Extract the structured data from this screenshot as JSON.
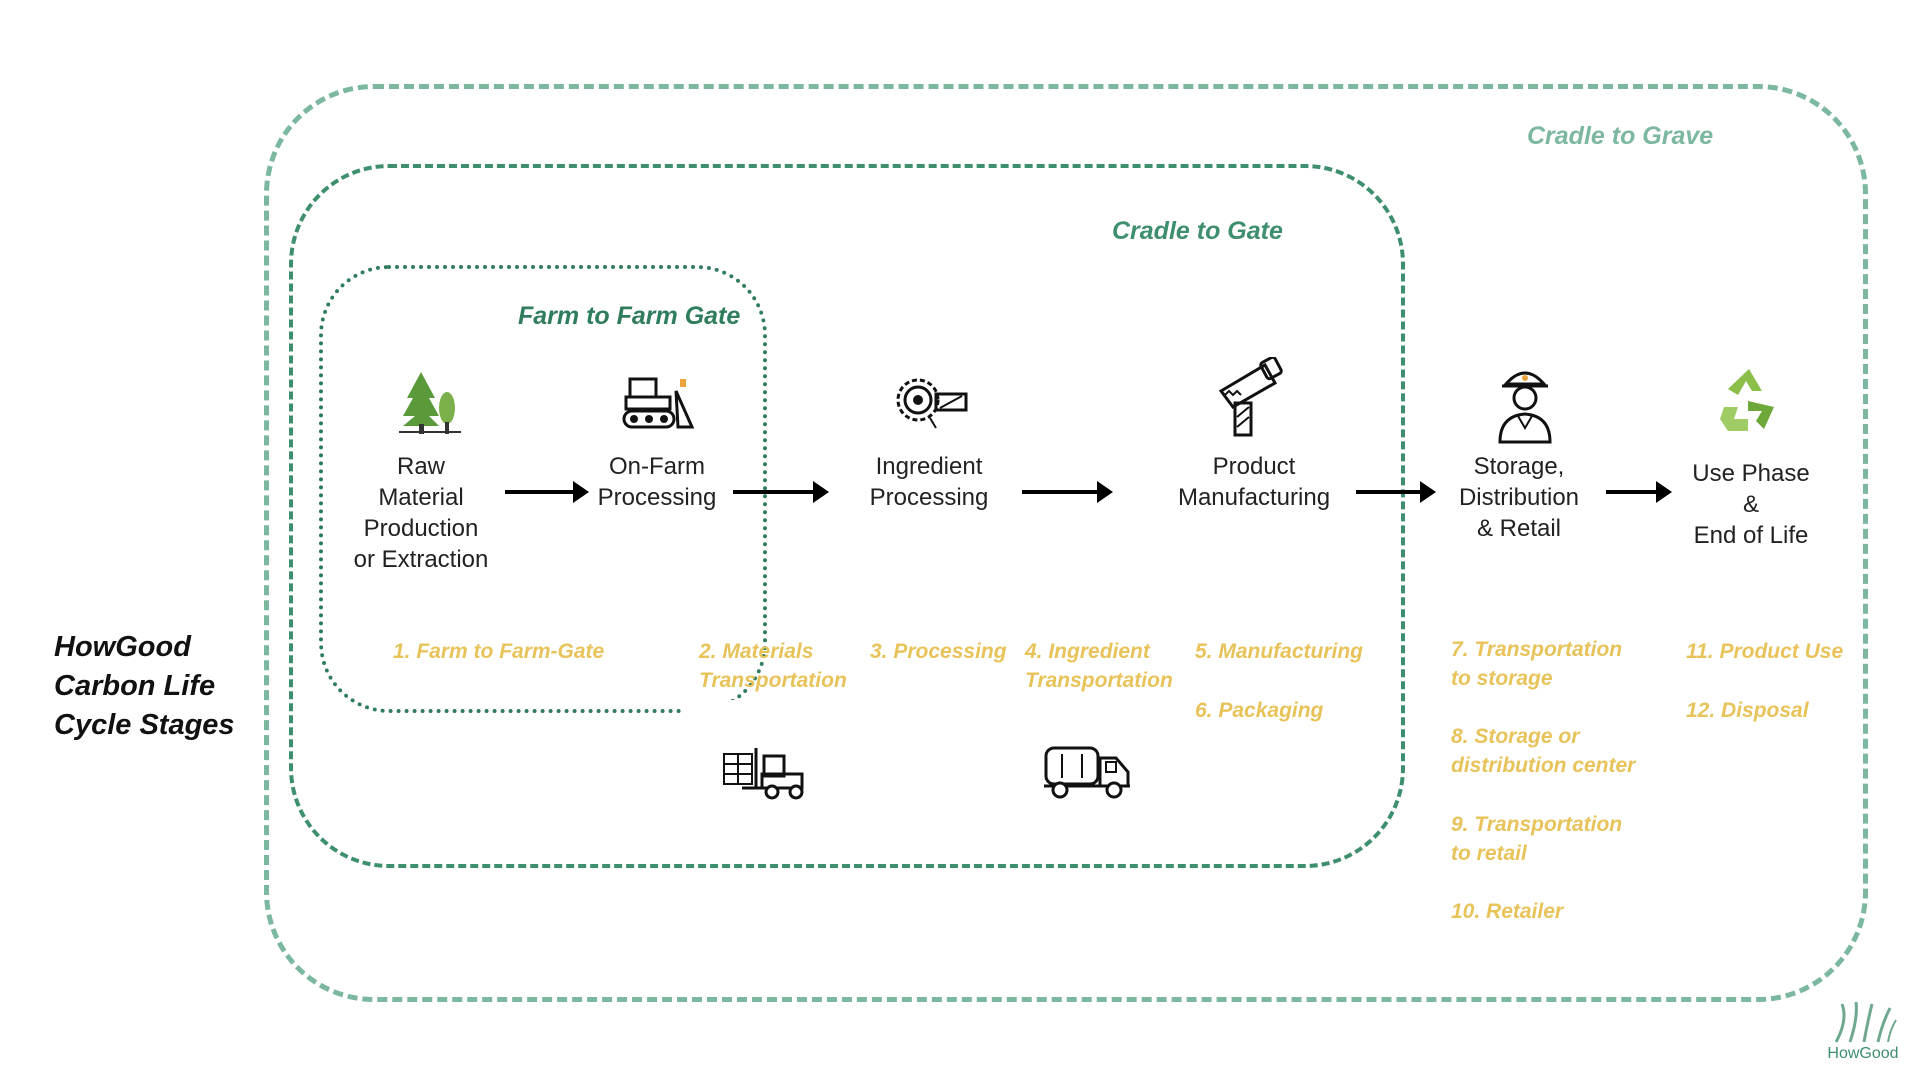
{
  "title": "HowGood\nCarbon Life\nCycle Stages",
  "scopes": {
    "grave": "Cradle to Grave",
    "gate": "Cradle to Gate",
    "farm": "Farm to Farm Gate"
  },
  "stages": {
    "raw": "Raw\nMaterial\nProduction\nor Extraction",
    "onfarm": "On-Farm\nProcessing",
    "ingredient": "Ingredient\nProcessing",
    "product": "Product\nManufacturing",
    "storage": "Storage,\nDistribution\n& Retail",
    "use": "Use Phase\n&\nEnd of Life"
  },
  "categories": {
    "c1": "1. Farm to Farm-Gate",
    "c2": "2. Materials\nTransportation",
    "c3": "3. Processing",
    "c4": "4. Ingredient\nTransportation",
    "c5": "5. Manufacturing",
    "c6": "6. Packaging",
    "c7": "7. Transportation\nto storage",
    "c8": "8. Storage or\ndistribution center",
    "c9": "9. Transportation\nto retail",
    "c10": "10. Retailer",
    "c11": "11. Product Use",
    "c12": "12. Disposal"
  },
  "logo": "HowGood",
  "colors": {
    "grave": "#7cb79f",
    "gate": "#3e8f6e",
    "farm": "#2f7d5c",
    "category": "#e8c35a"
  },
  "icons": [
    "trees-icon",
    "bulldozer-icon",
    "saw-blade-icon",
    "hand-saw-icon",
    "worker-icon",
    "recycle-icon",
    "forklift-icon",
    "tanker-truck-icon"
  ]
}
